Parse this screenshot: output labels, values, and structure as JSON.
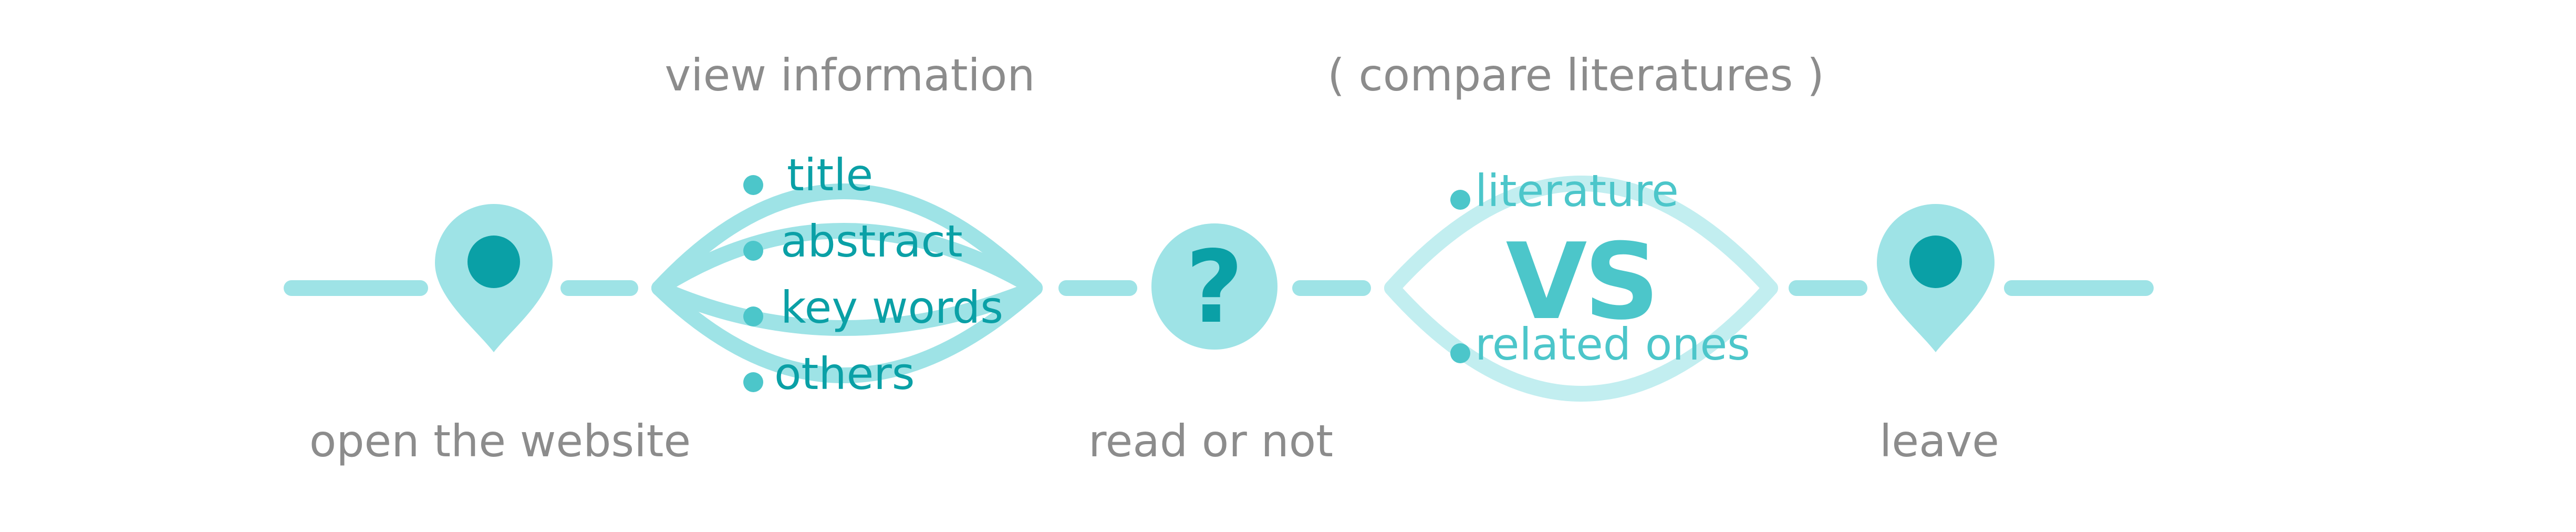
{
  "colors": {
    "line_light": "#9ee3e6",
    "line_pale": "#c2eef0",
    "node_fill": "#9ee3e6",
    "accent_dark": "#0aa0a6",
    "accent_mid": "#4cc6ca",
    "text_gray": "#8c8c8c"
  },
  "steps": {
    "open": {
      "label": "open the website",
      "icon": "location-pin-icon"
    },
    "view": {
      "label": "view information",
      "icon": "eye-lens-icon"
    },
    "read": {
      "label": "read or not",
      "icon": "question-icon"
    },
    "compare": {
      "label": "( compare literatures )",
      "icon": "eye-lens-icon"
    },
    "leave": {
      "label": "leave",
      "icon": "location-pin-icon"
    }
  },
  "view_items": [
    {
      "label": "title"
    },
    {
      "label": "abstract"
    },
    {
      "label": "key words"
    },
    {
      "label": "others"
    }
  ],
  "question_symbol": "?",
  "compare_items": {
    "top": "literature",
    "bottom": "related ones",
    "center": "VS"
  }
}
